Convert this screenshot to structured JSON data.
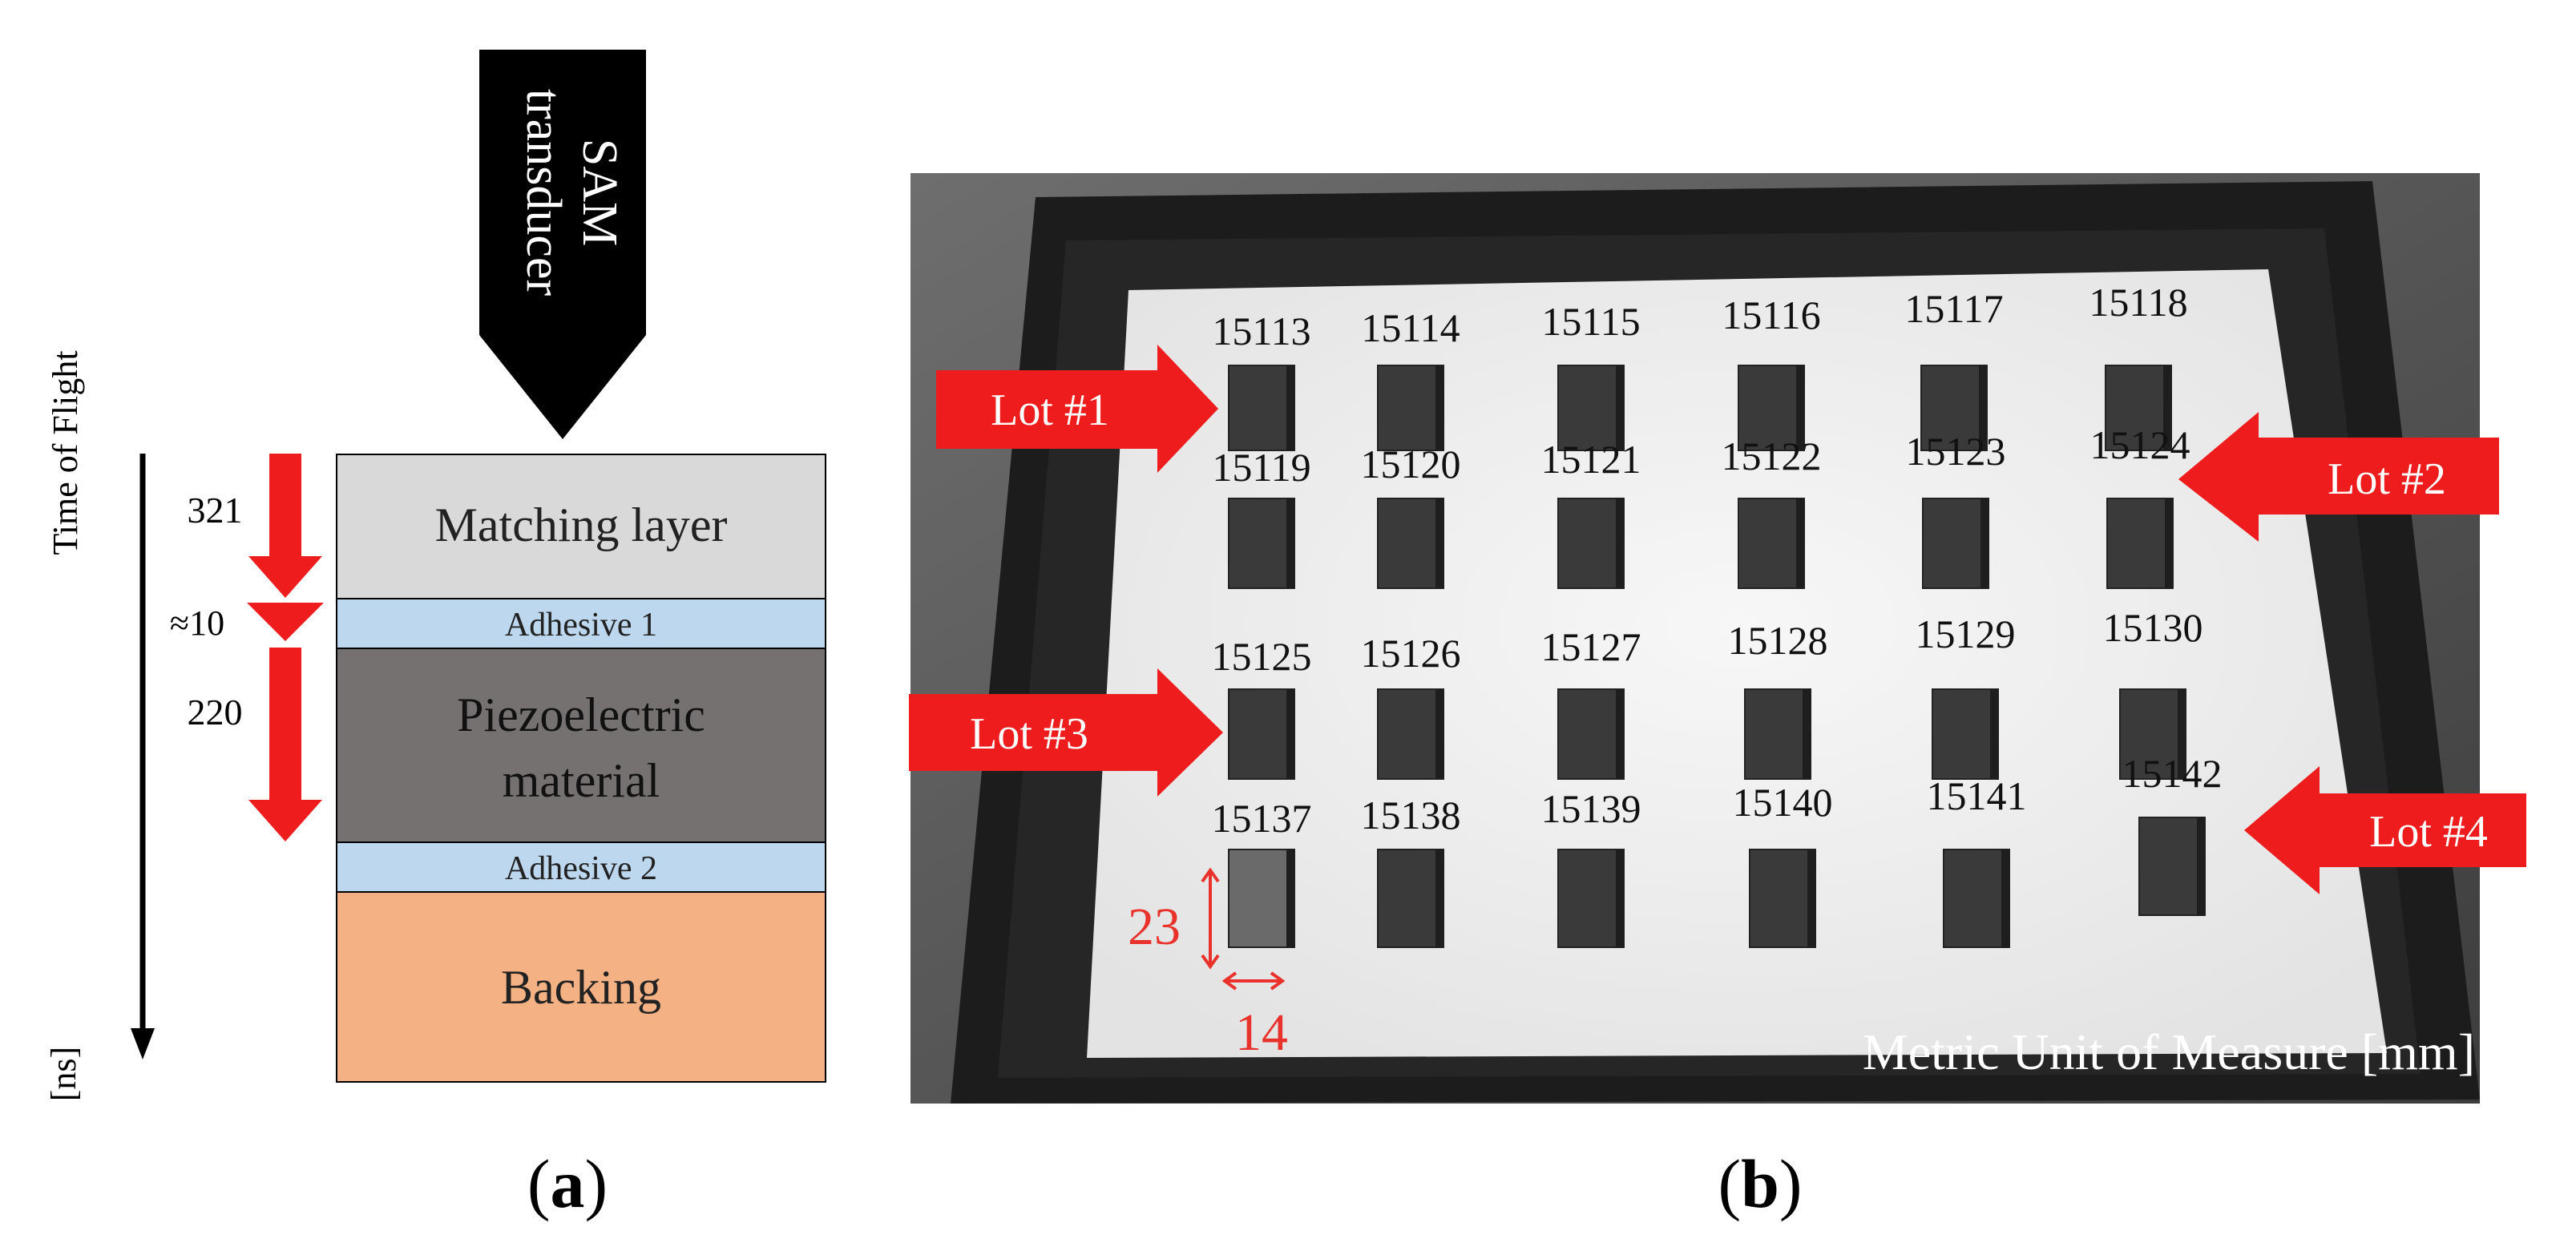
{
  "panel_a": {
    "transducer_label_line1": "SAM",
    "transducer_label_line2": "transducer",
    "time_axis_label": "Time of Flight",
    "time_unit": "[ns]",
    "layers": [
      {
        "label": "Matching layer",
        "color": "#d9d9d9"
      },
      {
        "label": "Adhesive 1",
        "color": "#bdd7ee"
      },
      {
        "label_line1": "Piezoelectric",
        "label_line2": "material",
        "color": "#767171"
      },
      {
        "label": "Adhesive 2",
        "color": "#bdd7ee"
      },
      {
        "label": "Backing",
        "color": "#f4b183"
      }
    ],
    "tof_values": [
      "321",
      "≈10",
      "220"
    ],
    "caption": "a"
  },
  "panel_b": {
    "sample_ids": [
      [
        "15113",
        "15114",
        "15115",
        "15116",
        "15117",
        "15118"
      ],
      [
        "15119",
        "15120",
        "15121",
        "15122",
        "15123",
        "15124"
      ],
      [
        "15125",
        "15126",
        "15127",
        "15128",
        "15129",
        "15130"
      ],
      [
        "15137",
        "15138",
        "15139",
        "15140",
        "15141",
        "15142"
      ]
    ],
    "lots": [
      "Lot #1",
      "Lot #2",
      "Lot #3",
      "Lot #4"
    ],
    "dim_height": "23",
    "dim_width": "14",
    "unit_note": "Metric Unit of Measure [mm]",
    "caption": "b"
  },
  "colors": {
    "arrow_red": "#ee1c1c",
    "dimension_red": "#e8322b",
    "foam": "#f2f2f2",
    "tray": "#1c1c1c",
    "sample": "#3a3a3a",
    "backdrop": "#5a5a5a"
  }
}
